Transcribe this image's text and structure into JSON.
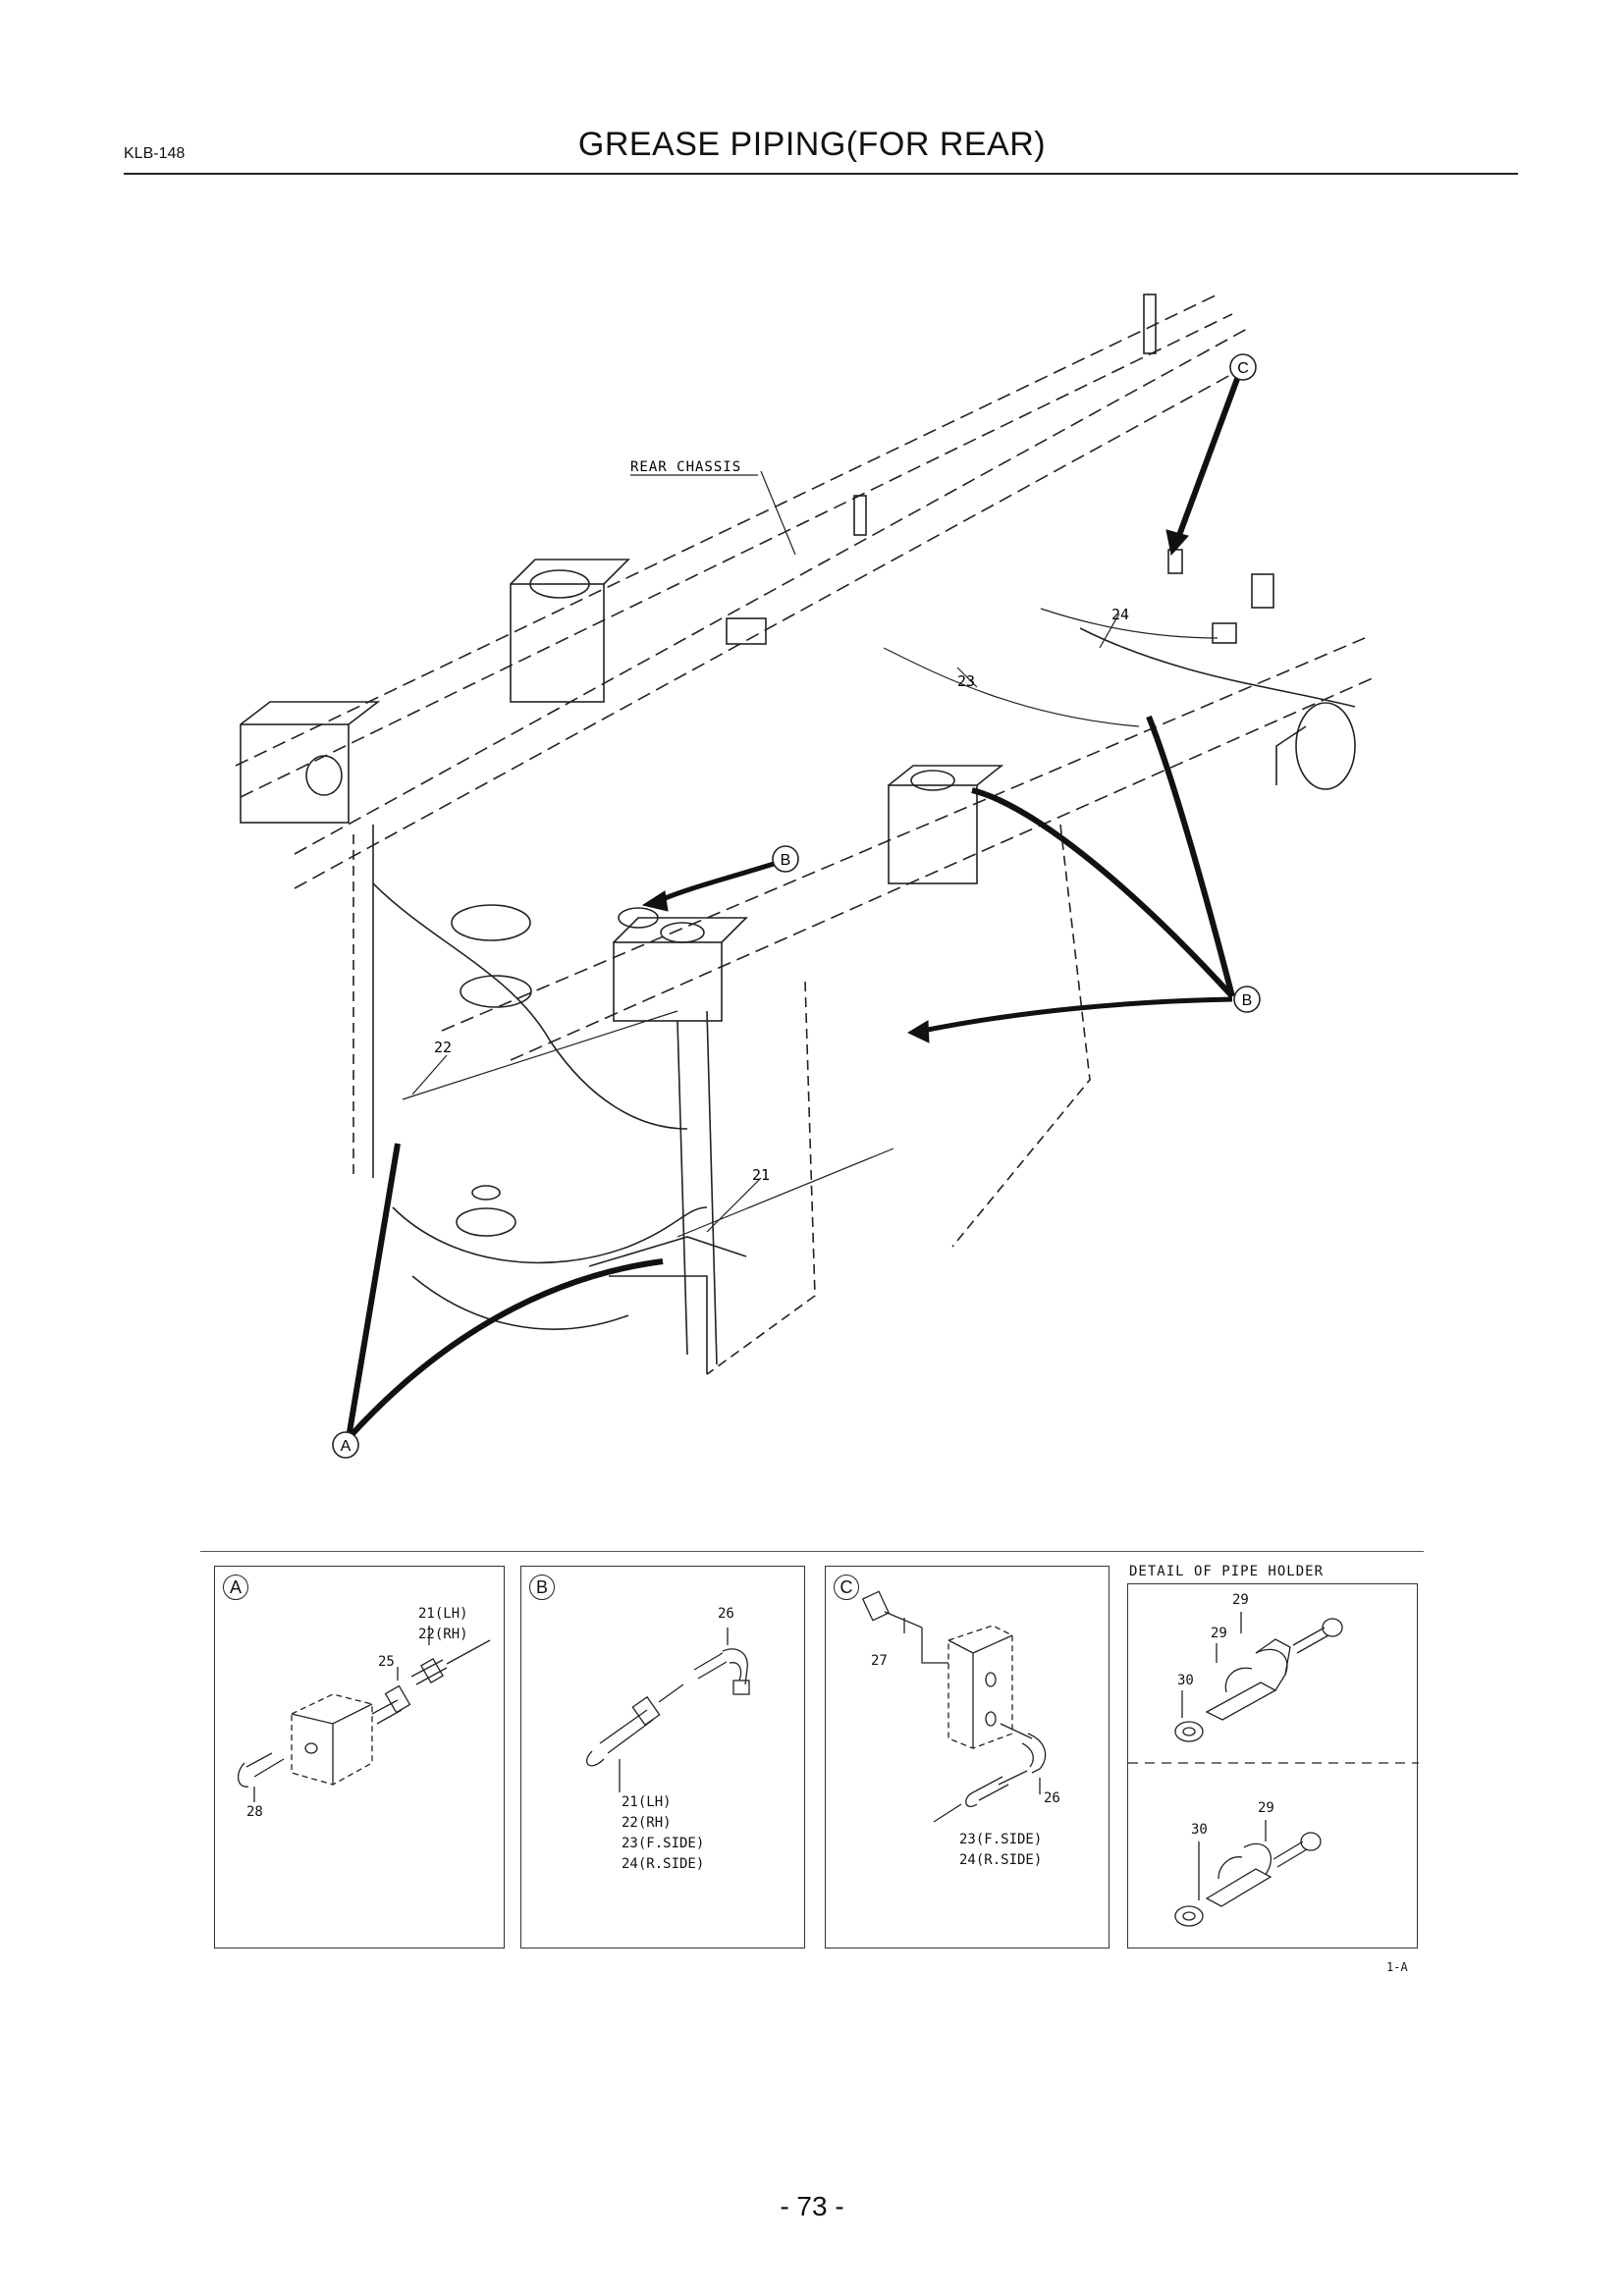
{
  "header": {
    "code": "KLB-148",
    "title": "GREASE PIPING(FOR REAR)"
  },
  "diagram": {
    "callouts": {
      "rear_chassis": "REAR CHASSIS",
      "c": "C",
      "b_upper": "B",
      "b_lower": "B",
      "a": "A"
    },
    "parts": {
      "p21": "21",
      "p22": "22",
      "p23": "23",
      "p24": "24"
    }
  },
  "details": {
    "a": {
      "marker": "A",
      "lines": [
        "21(LH)",
        "22(RH)"
      ],
      "p25": "25",
      "p28": "28"
    },
    "b": {
      "marker": "B",
      "p26": "26",
      "lines": [
        "21(LH)",
        "22(RH)",
        "23(F.SIDE)",
        "24(R.SIDE)"
      ]
    },
    "c": {
      "marker": "C",
      "p27": "27",
      "p26": "26",
      "lines": [
        "23(F.SIDE)",
        "24(R.SIDE)"
      ]
    },
    "holder": {
      "title": "DETAIL OF PIPE HOLDER",
      "top_29a": "29",
      "top_29b": "29",
      "top_30": "30",
      "bottom_29": "29",
      "bottom_30": "30"
    }
  },
  "footer": {
    "ref": "1-A",
    "page_number": "- 73 -"
  }
}
